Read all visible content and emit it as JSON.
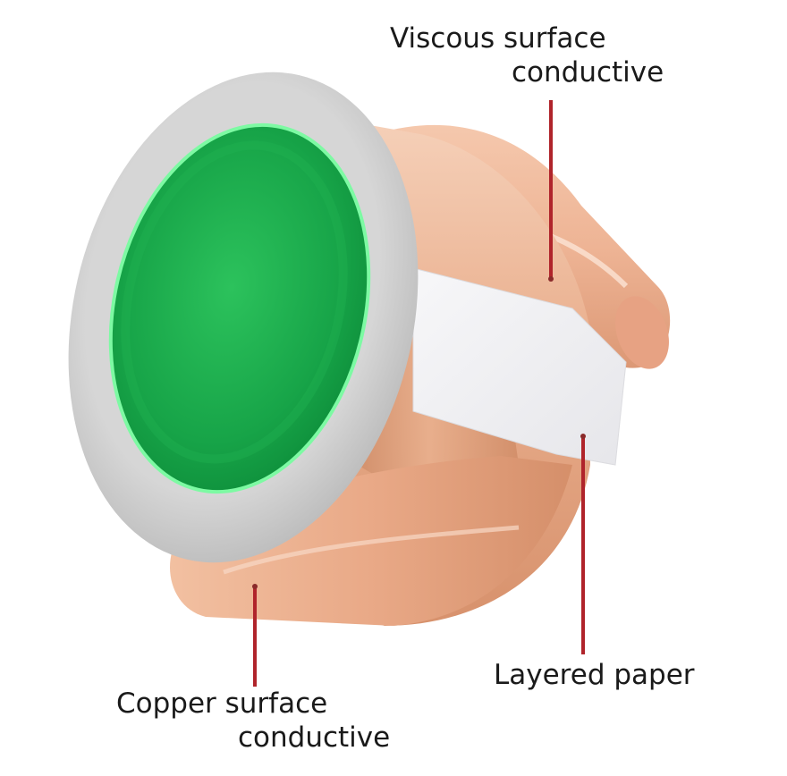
{
  "labels": {
    "viscous": {
      "line1": "Viscous surface",
      "line2": "conductive"
    },
    "layered": {
      "line1": "Layered paper"
    },
    "copper": {
      "line1": "Copper surface",
      "line2": "conductive"
    }
  },
  "colors": {
    "copper_light": "#f3c3a6",
    "copper_mid": "#e8a685",
    "copper_dark": "#c9835f",
    "rim": "#c9c9c9",
    "core_green": "#1fae4f",
    "core_green_dark": "#0f8a3a",
    "core_glow": "#6cf79a",
    "liner": "#f2f2f4",
    "pointer_line": "#b0242b"
  }
}
